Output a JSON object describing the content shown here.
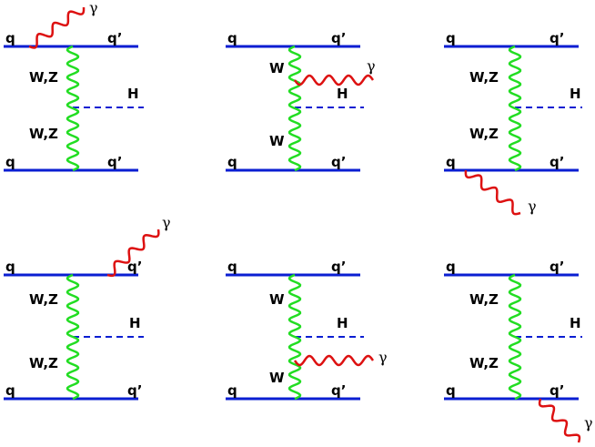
{
  "labels": {
    "quark_in": "q",
    "quark_out": "q’",
    "higgs": "H",
    "boson_wz": "W,Z",
    "boson_w": "W",
    "photon": "γ"
  },
  "diagrams": [
    {
      "id": 1,
      "photon_emitter": "incoming quark (top)",
      "exchange_label": "W,Z"
    },
    {
      "id": 2,
      "photon_emitter": "W boson (upper segment)",
      "exchange_label": "W"
    },
    {
      "id": 3,
      "photon_emitter": "incoming quark (bottom)",
      "exchange_label": "W,Z"
    },
    {
      "id": 4,
      "photon_emitter": "outgoing quark (top)",
      "exchange_label": "W,Z"
    },
    {
      "id": 5,
      "photon_emitter": "W boson (lower segment)",
      "exchange_label": "W"
    },
    {
      "id": 6,
      "photon_emitter": "outgoing quark (bottom)",
      "exchange_label": "W,Z"
    }
  ],
  "colors": {
    "quark_line": "#0a1ed2",
    "higgs_line": "#0a1ed2",
    "boson_line": "#22dd22",
    "photon_line": "#dd1111"
  }
}
